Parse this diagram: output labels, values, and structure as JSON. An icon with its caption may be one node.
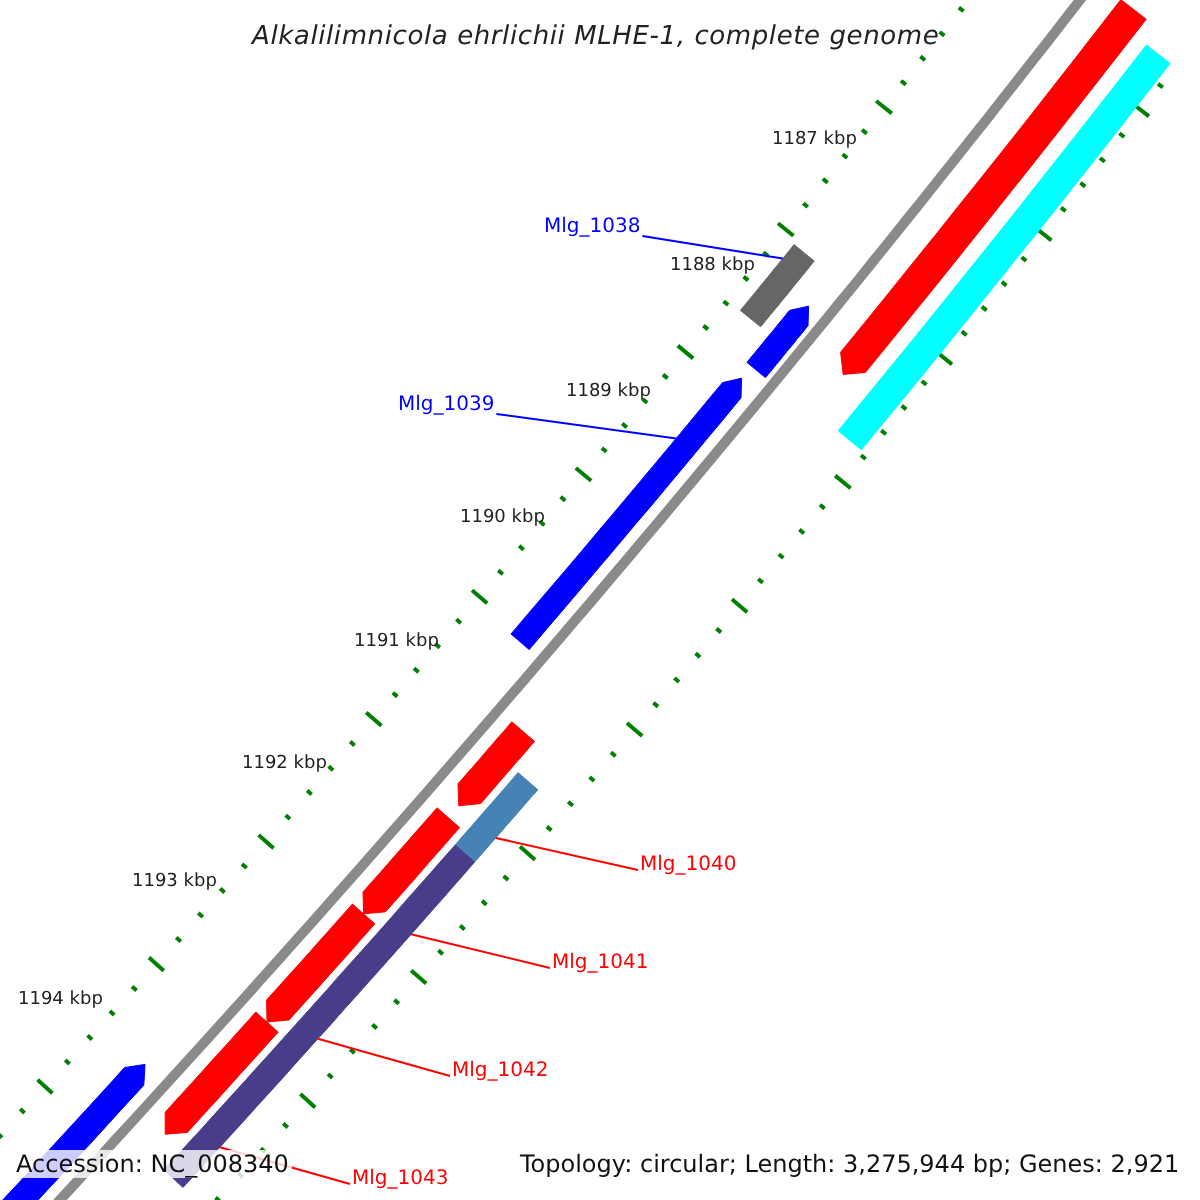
{
  "diagram": {
    "title": "Alkalilimnicola ehrlichii MLHE-1, complete genome",
    "nodes": [
      {
        "text": [],
        "shape": "bar"
      },
      {
        "text": [],
        "shape": "bar"
      },
      {
        "text": [
          "Mlg_1038"
        ]
      },
      {
        "text": [],
        "shape": "bar"
      },
      {
        "text": [],
        "shape": "bar"
      },
      {
        "text": [
          "Mlg_1039"
        ]
      },
      {
        "text": [],
        "shape": "bar"
      },
      {
        "text": [],
        "shape": "bar"
      },
      {
        "text": [],
        "shape": "bar"
      },
      {
        "text": [],
        "shape": "bar"
      },
      {
        "text": [],
        "shape": "bar"
      },
      {
        "text": [
          "Mlg_1040"
        ]
      },
      {
        "text": [],
        "shape": "bar"
      },
      {
        "text": [],
        "shape": "bar"
      },
      {
        "text": [
          "Mlg_1041"
        ]
      },
      {
        "text": [],
        "shape": "bar"
      },
      {
        "text": [],
        "shape": "bar"
      },
      {
        "text": [
          "Mlg_1042"
        ]
      },
      {
        "text": [],
        "shape": "bar"
      },
      {
        "text": [
          "Mlg_1043"
        ]
      }
    ],
    "edges": [
      {
        "from": 2,
        "to": 3,
        "arrow": "none",
        "color": "#0000ff"
      },
      {
        "from": 5,
        "to": 6,
        "arrow": "none",
        "color": "#0000ff"
      },
      {
        "from": 11,
        "to": 8,
        "arrow": "none"
      },
      {
        "from": 14,
        "to": 10,
        "arrow": "none"
      },
      {
        "from": 17,
        "to": 13,
        "arrow": "none"
      },
      {
        "from": 19,
        "to": 16,
        "arrow": "none"
      }
    ],
    "labels": [
      "1187 kbp",
      "1188 kbp",
      "1189 kbp",
      "1190 kbp",
      "1191 kbp",
      "1192 kbp",
      "1193 kbp",
      "1194 kbp",
      "Accession: NC_008340",
      "Topology: circular; Length: 3,275,944 bp; Genes: 2,921"
    ]
  }
}
